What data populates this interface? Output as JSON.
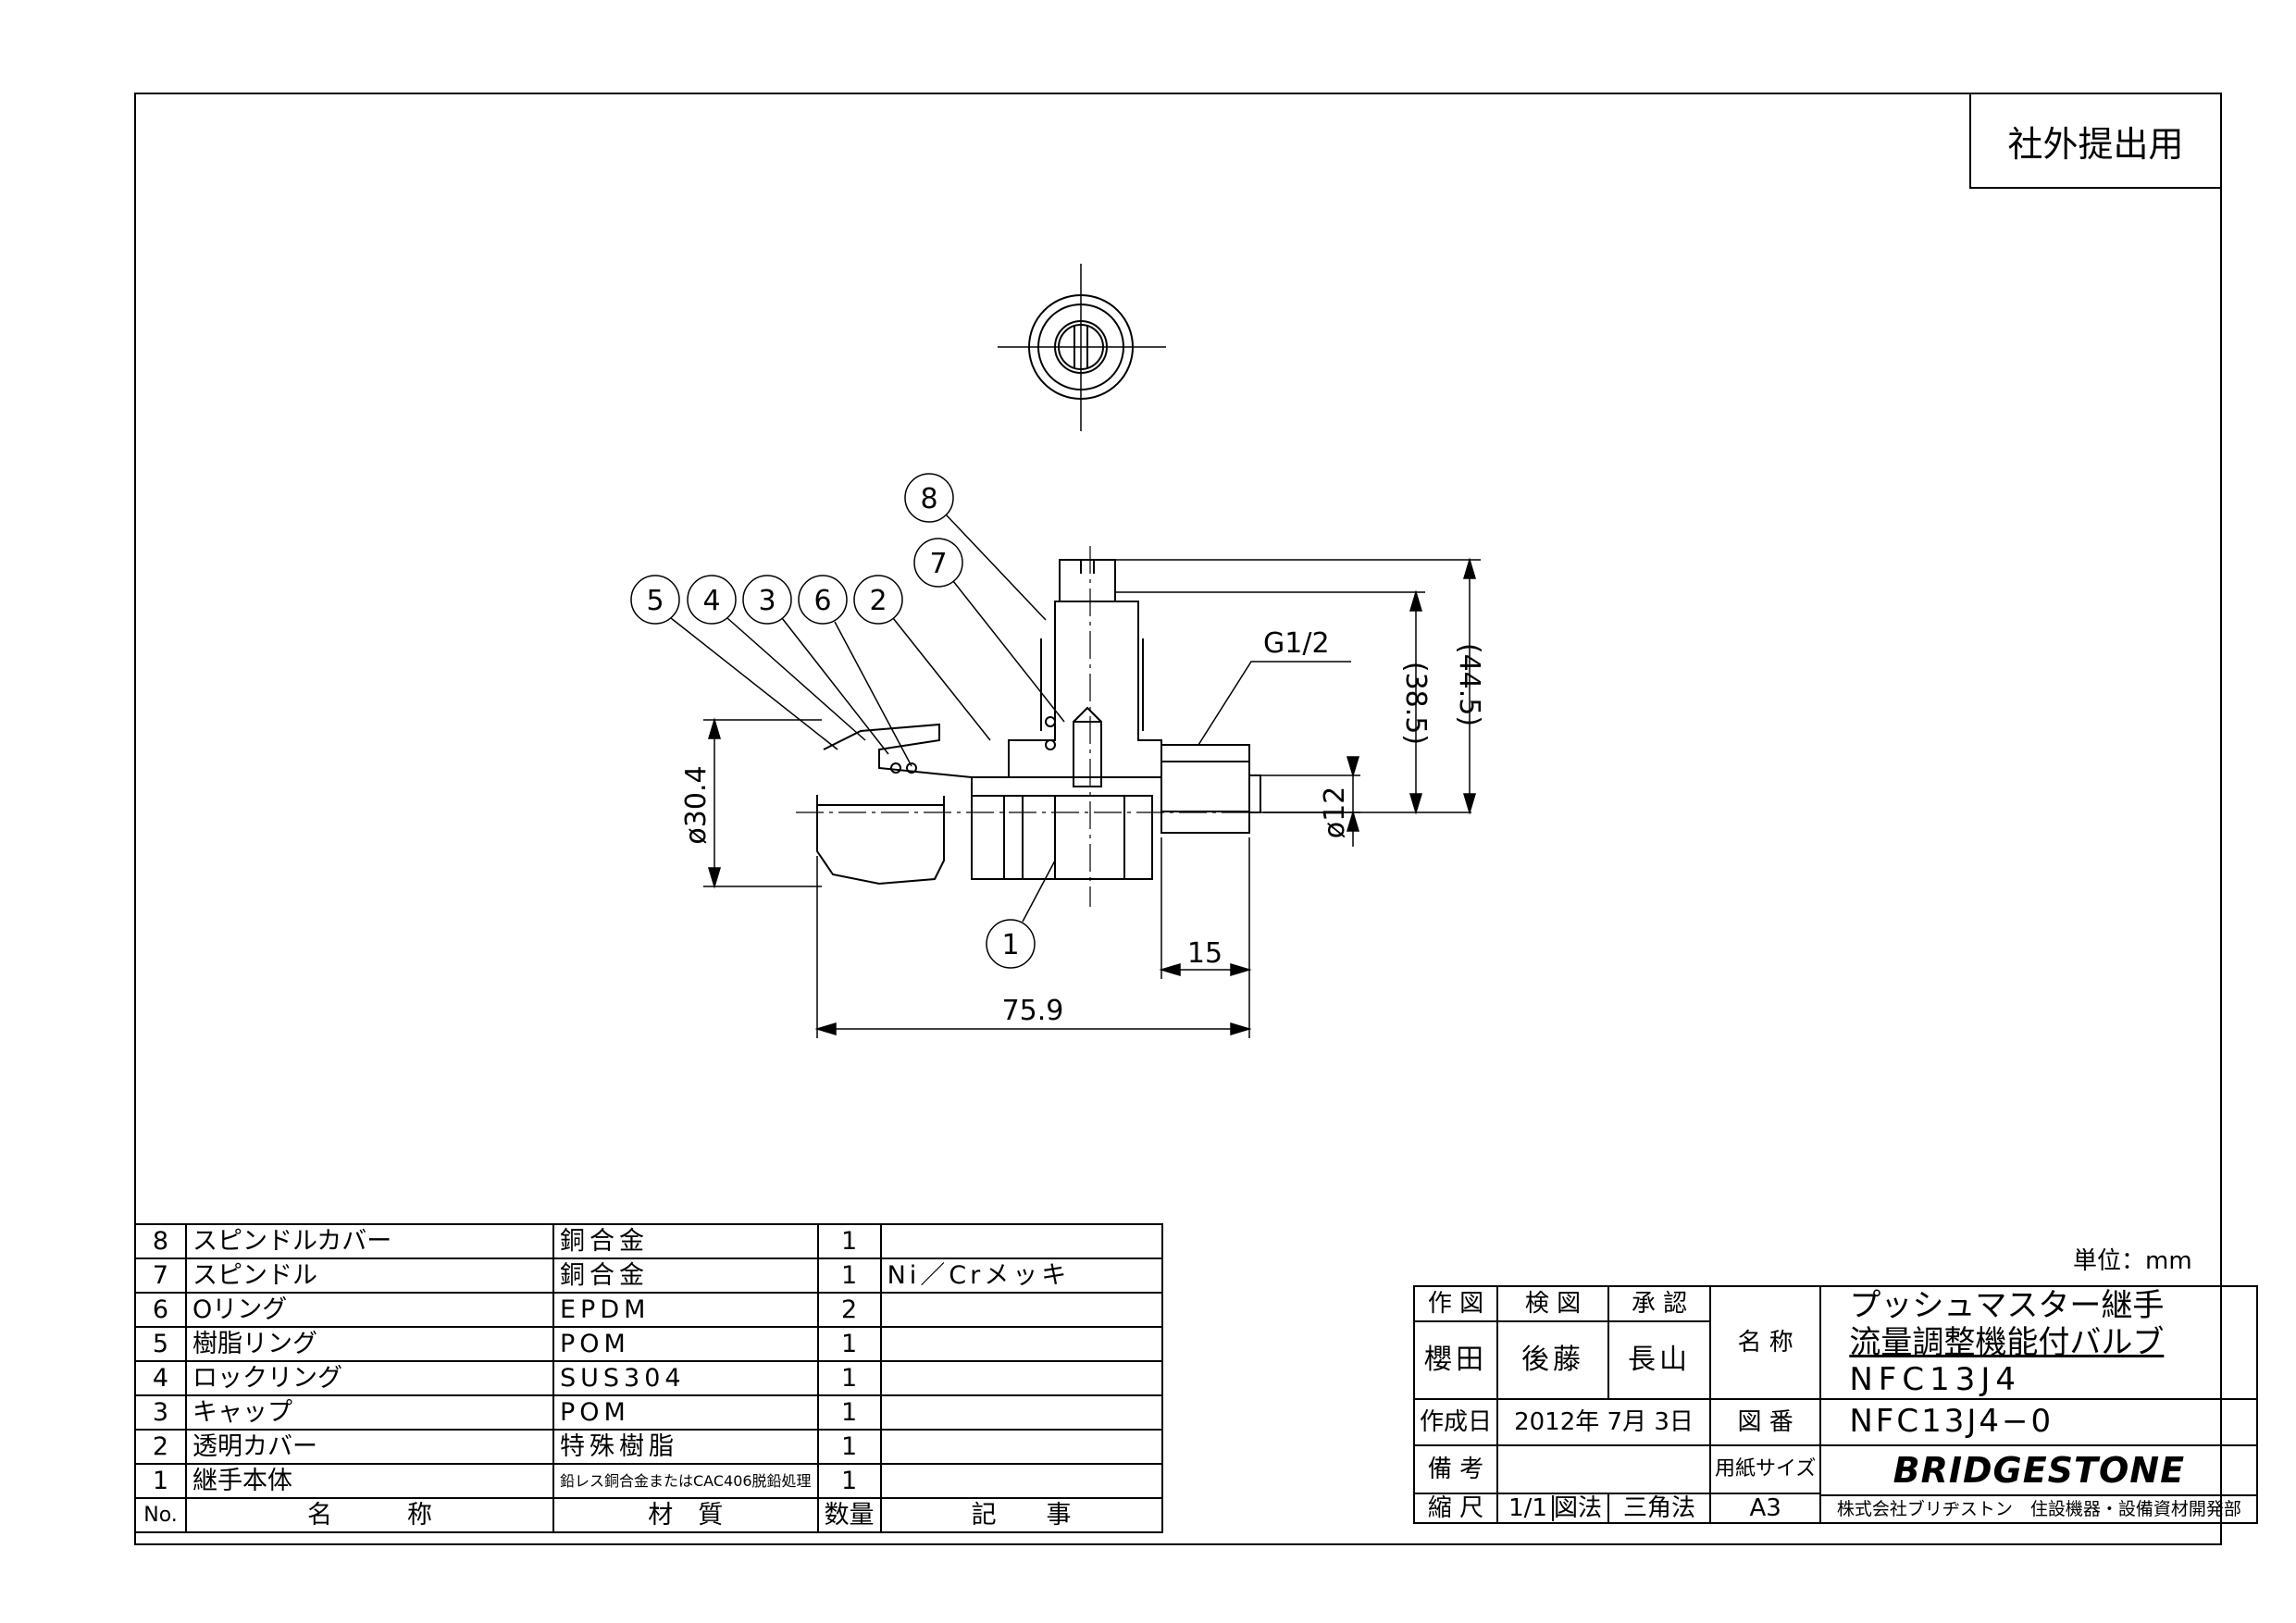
{
  "stamp": "社外提出用",
  "unit_label": "単位：mm",
  "dimensions": {
    "d_outer": "ø30.4",
    "d_bore": "ø12",
    "height_1": "(38.5)",
    "height_2": "(44.5)",
    "thread": "G1/2",
    "thread_len": "15",
    "total_len": "75.9"
  },
  "balloons": [
    "5",
    "4",
    "3",
    "6",
    "2",
    "7",
    "8",
    "1"
  ],
  "parts_header": {
    "no": "No.",
    "name": "名　　　称",
    "material": "材　質",
    "qty": "数量",
    "remarks": "記　　事"
  },
  "parts": [
    {
      "no": "8",
      "name": "スピンドルカバー",
      "material": "銅合金",
      "qty": "1",
      "remarks": ""
    },
    {
      "no": "7",
      "name": "スピンドル",
      "material": "銅合金",
      "qty": "1",
      "remarks": "Ni／Crメッキ"
    },
    {
      "no": "6",
      "name": "Oリング",
      "material": "EPDM",
      "qty": "2",
      "remarks": ""
    },
    {
      "no": "5",
      "name": "樹脂リング",
      "material": "POM",
      "qty": "1",
      "remarks": ""
    },
    {
      "no": "4",
      "name": "ロックリング",
      "material": "SUS304",
      "qty": "1",
      "remarks": ""
    },
    {
      "no": "3",
      "name": "キャップ",
      "material": "POM",
      "qty": "1",
      "remarks": ""
    },
    {
      "no": "2",
      "name": "透明カバー",
      "material": "特殊樹脂",
      "qty": "1",
      "remarks": ""
    },
    {
      "no": "1",
      "name": "継手本体",
      "material": "鉛レス銅合金またはCAC406脱鉛処理",
      "qty": "1",
      "remarks": ""
    }
  ],
  "title_block": {
    "drawn_label": "作 図",
    "checked_label": "検 図",
    "approved_label": "承 認",
    "drawn": "櫻田",
    "checked": "後藤",
    "approved": "長山",
    "name_label": "名 称",
    "name_line1": "プッシュマスター継手",
    "name_line2": "流量調整機能付バルブ",
    "name_line3": "NFC13J4",
    "created_label": "作成日",
    "created": "2012年 7月 3日",
    "dwg_no_label": "図 番",
    "dwg_no": "NFC13J4−0",
    "notes_label": "備 考",
    "notes": "",
    "paper_label": "用紙サイズ",
    "brand": "BRIDGESTONE",
    "scale_label": "縮 尺",
    "scale": "1/1",
    "method_label": "図法",
    "method": "三角法",
    "paper": "A3",
    "company": "株式会社ブリヂストン　住設機器・設備資材開発部"
  }
}
